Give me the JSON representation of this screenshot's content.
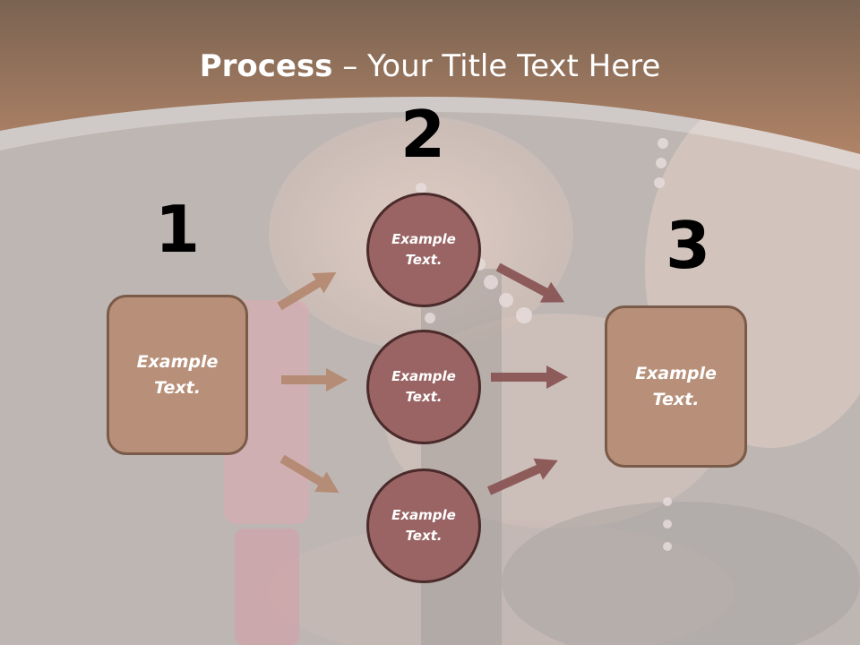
{
  "title": {
    "bold": "Process",
    "rest": " – Your Title Text Here"
  },
  "steps": [
    {
      "number": "1",
      "text": "Example Text."
    },
    {
      "number": "2",
      "items": [
        {
          "text": "Example Text."
        },
        {
          "text": "Example Text."
        },
        {
          "text": "Example Text."
        }
      ]
    },
    {
      "number": "3",
      "text": "Example Text."
    }
  ],
  "colors": {
    "header": "#a57a5c",
    "background": "#bdb6b3",
    "box_fill": "#b8907a",
    "box_border": "#7a5a48",
    "circle_fill": "#9a6464",
    "circle_border": "#4a2a2a",
    "arrow_left": "#b58a72",
    "arrow_right": "#8a5656"
  }
}
